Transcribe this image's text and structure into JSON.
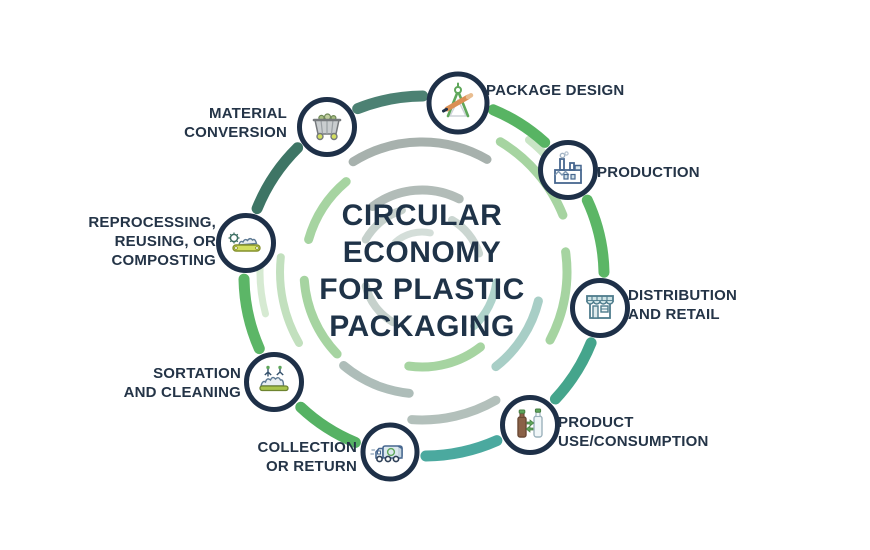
{
  "title": {
    "lines": [
      "CIRCULAR",
      "ECONOMY",
      "FOR PLASTIC",
      "PACKAGING"
    ]
  },
  "nodes": [
    {
      "id": "package-design",
      "label": "PACKAGE DESIGN",
      "icon": "drafting-compass-icon"
    },
    {
      "id": "production",
      "label": "PRODUCTION",
      "icon": "factory-icon"
    },
    {
      "id": "distribution-retail",
      "label": "DISTRIBUTION\nAND RETAIL",
      "icon": "storefront-icon"
    },
    {
      "id": "product-use",
      "label": "PRODUCT\nUSE/CONSUMPTION",
      "icon": "bottles-reuse-icon"
    },
    {
      "id": "collection-return",
      "label": "COLLECTION\nOR RETURN",
      "icon": "garbage-truck-icon"
    },
    {
      "id": "sortation-cleaning",
      "label": "SORTATION\nAND CLEANING",
      "icon": "sorting-claws-icon"
    },
    {
      "id": "reprocessing",
      "label": "REPROCESSING,\nREUSING, OR\nCOMPOSTING",
      "icon": "recycling-conveyor-icon"
    },
    {
      "id": "material-conversion",
      "label": "MATERIAL\nCONVERSION",
      "icon": "mine-cart-icon"
    }
  ],
  "colors": {
    "text_navy": "#1F3348",
    "badge_border": "#1E3048",
    "arc_material_package": "#4C8173",
    "arc_package_production": "#58B463",
    "arc_production_distribution": "#5CB666",
    "arc_distribution_use": "#45A58C",
    "arc_use_collection": "#4BA99F",
    "arc_collection_sortation": "#56B264",
    "arc_sortation_reprocessing": "#5CB667",
    "arc_reprocessing_material": "#3E7565"
  }
}
